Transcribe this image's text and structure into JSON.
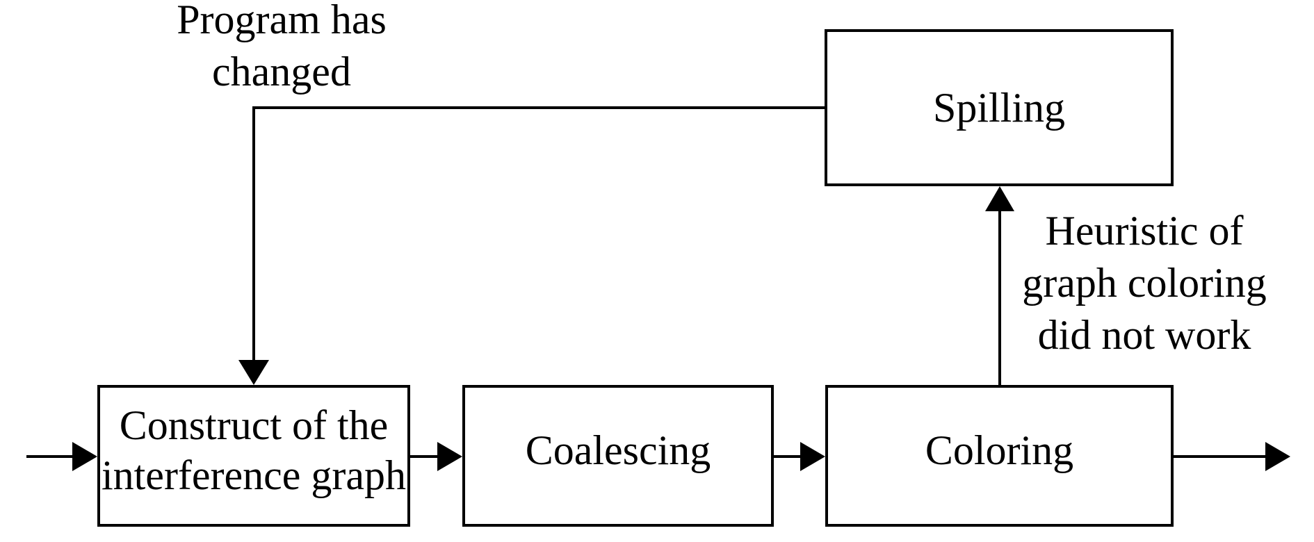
{
  "diagram": {
    "type": "flowchart",
    "background_color": "#ffffff",
    "line_color": "#000000",
    "boxes": [
      {
        "id": "spilling",
        "label": "Spilling"
      },
      {
        "id": "construct",
        "line1": "Construct of the",
        "line2": "interference graph"
      },
      {
        "id": "coalescing",
        "label": "Coalescing"
      },
      {
        "id": "coloring",
        "label": "Coloring"
      }
    ],
    "annotations": [
      {
        "id": "program-has-changed",
        "line1": "Program has",
        "line2": "changed"
      },
      {
        "id": "heuristic",
        "line1": "Heuristic of",
        "line2": "graph coloring",
        "line3": "did not work"
      }
    ],
    "edges": [
      {
        "from": "input",
        "to": "construct",
        "condition": ""
      },
      {
        "from": "construct",
        "to": "coalescing",
        "condition": ""
      },
      {
        "from": "coalescing",
        "to": "coloring",
        "condition": ""
      },
      {
        "from": "coloring",
        "to": "output",
        "condition": ""
      },
      {
        "from": "coloring",
        "to": "spilling",
        "condition": "Heuristic of graph coloring did not work"
      },
      {
        "from": "spilling",
        "to": "construct",
        "condition": "Program has changed"
      }
    ]
  }
}
